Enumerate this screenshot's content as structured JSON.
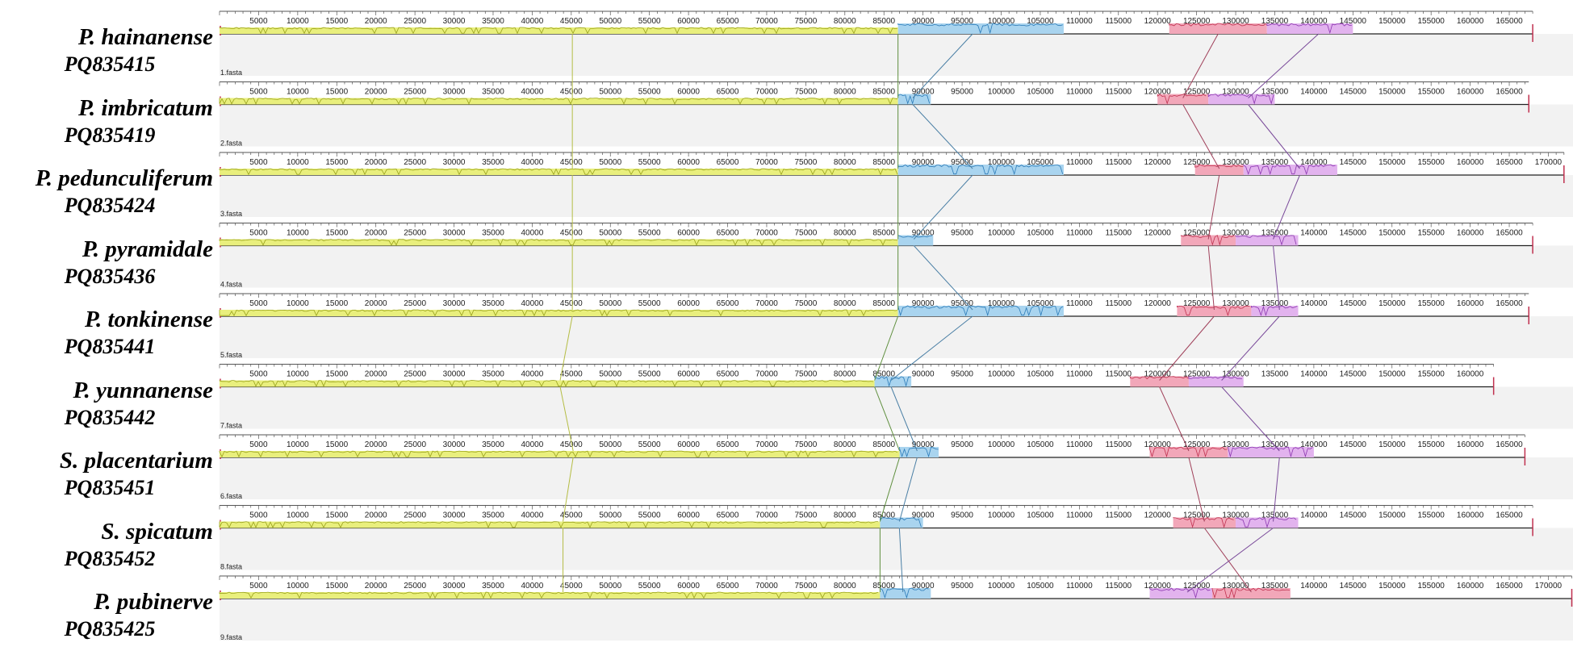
{
  "tracks": [
    {
      "species": "P. hainanense",
      "accession": "PQ835415",
      "fasta": "1.fasta",
      "length": 168000,
      "max_tick": 165000,
      "blocks": [
        {
          "color": "yellow",
          "start": 0,
          "end": 86800
        },
        {
          "color": "blue",
          "start": 86800,
          "end": 108000
        },
        {
          "color": "red",
          "start": 121500,
          "end": 134000
        },
        {
          "color": "purple",
          "start": 134000,
          "end": 145000
        }
      ]
    },
    {
      "species": "P. imbricatum",
      "accession": "PQ835419",
      "fasta": "2.fasta",
      "length": 167500,
      "max_tick": 165000,
      "blocks": [
        {
          "color": "yellow",
          "start": 0,
          "end": 86800
        },
        {
          "color": "blue",
          "start": 86800,
          "end": 91000
        },
        {
          "color": "red",
          "start": 120000,
          "end": 126500
        },
        {
          "color": "purple",
          "start": 126500,
          "end": 135000
        }
      ]
    },
    {
      "species": "P. pedunculiferum",
      "accession": "PQ835424",
      "fasta": "3.fasta",
      "length": 172000,
      "max_tick": 170000,
      "blocks": [
        {
          "color": "yellow",
          "start": 0,
          "end": 86800
        },
        {
          "color": "blue",
          "start": 86800,
          "end": 108000
        },
        {
          "color": "red",
          "start": 124800,
          "end": 131000
        },
        {
          "color": "purple",
          "start": 131000,
          "end": 143000
        }
      ]
    },
    {
      "species": "P. pyramidale",
      "accession": "PQ835436",
      "fasta": "4.fasta",
      "length": 168000,
      "max_tick": 165000,
      "blocks": [
        {
          "color": "yellow",
          "start": 0,
          "end": 86800
        },
        {
          "color": "blue",
          "start": 86800,
          "end": 91300
        },
        {
          "color": "red",
          "start": 123000,
          "end": 130000
        },
        {
          "color": "purple",
          "start": 130000,
          "end": 138000
        }
      ]
    },
    {
      "species": "P. tonkinense",
      "accession": "PQ835441",
      "fasta": "5.fasta",
      "length": 167500,
      "max_tick": 165000,
      "blocks": [
        {
          "color": "yellow",
          "start": 0,
          "end": 86800
        },
        {
          "color": "blue",
          "start": 86800,
          "end": 108000
        },
        {
          "color": "red",
          "start": 122500,
          "end": 132000
        },
        {
          "color": "purple",
          "start": 132000,
          "end": 138000
        }
      ]
    },
    {
      "species": "P. yunnanense",
      "accession": "PQ835442",
      "fasta": "7.fasta",
      "length": 163000,
      "max_tick": 160000,
      "blocks": [
        {
          "color": "yellow",
          "start": 0,
          "end": 83800
        },
        {
          "color": "blue",
          "start": 83800,
          "end": 88500
        },
        {
          "color": "red",
          "start": 116500,
          "end": 124000
        },
        {
          "color": "purple",
          "start": 124000,
          "end": 131000
        }
      ]
    },
    {
      "species": "S. placentarium",
      "accession": "PQ835451",
      "fasta": "6.fasta",
      "length": 167000,
      "max_tick": 165000,
      "blocks": [
        {
          "color": "yellow",
          "start": 0,
          "end": 87000
        },
        {
          "color": "blue",
          "start": 87000,
          "end": 92000
        },
        {
          "color": "red",
          "start": 119000,
          "end": 129000
        },
        {
          "color": "purple",
          "start": 129000,
          "end": 140000
        }
      ]
    },
    {
      "species": "S. spicatum",
      "accession": "PQ835452",
      "fasta": "8.fasta",
      "length": 168000,
      "max_tick": 165000,
      "blocks": [
        {
          "color": "yellow",
          "start": 0,
          "end": 84500
        },
        {
          "color": "blue",
          "start": 84500,
          "end": 90000
        },
        {
          "color": "red",
          "start": 122000,
          "end": 130000
        },
        {
          "color": "purple",
          "start": 130000,
          "end": 138000
        }
      ]
    },
    {
      "species": "P. pubinerve",
      "accession": "PQ835425",
      "fasta": "9.fasta",
      "length": 173000,
      "max_tick": 170000,
      "blocks": [
        {
          "color": "yellow",
          "start": 0,
          "end": 84500
        },
        {
          "color": "blue",
          "start": 84500,
          "end": 91000
        },
        {
          "color": "purple",
          "start": 119000,
          "end": 127000
        },
        {
          "color": "red",
          "start": 127000,
          "end": 137000
        }
      ]
    }
  ],
  "colors": {
    "yellow": "#e9ef7d",
    "yellow_edge": "#9aa31c",
    "blue": "#a9d4ef",
    "blue_edge": "#2a7ab8",
    "red": "#f2a7b9",
    "red_edge": "#c0304f",
    "purple": "#e2b3ee",
    "purple_edge": "#8c36b0",
    "band": "#f2f2f2"
  }
}
